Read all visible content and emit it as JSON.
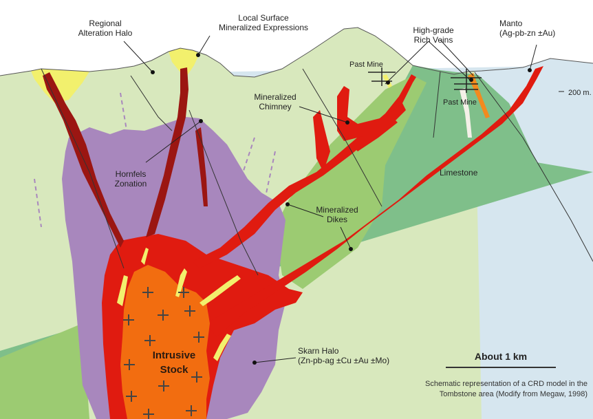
{
  "labels": {
    "regional_halo": "Regional\nAlteration Halo",
    "local_surface": "Local Surface\nMineralized Expressions",
    "high_grade": "High-grade\nRich Veins",
    "manto": "Manto\n(Ag-pb-zn ±Au)",
    "past_mine_1": "Past Mine",
    "past_mine_2": "Past Mine",
    "depth": "200 m.",
    "chimney": "Mineralized\nChimney",
    "hornfels": "Hornfels\nZonation",
    "limestone": "Limestone",
    "dikes": "Mineralized\nDikes",
    "skarn": "Skarn Halo\n(Zn-pb-ag ±Cu ±Au ±Mo)",
    "stock": "Intrusive\nStock"
  },
  "scale_bar": {
    "label": "About 1 km"
  },
  "caption": "Schematic representation of a CRD model in the\nTombstone area (Modify from Megaw, 1998)",
  "colors": {
    "sky_strata": "#d6e6ef",
    "light_green_alteration": "#d8e8bd",
    "mid_green": "#9ccb72",
    "dark_green": "#7fbf8a",
    "purple_hornfels": "#a887bd",
    "red_mineralization": "#e01b10",
    "dark_red_feeder": "#9b1612",
    "orange_stock": "#f26d10",
    "yellow_expressions": "#f2f06d"
  }
}
